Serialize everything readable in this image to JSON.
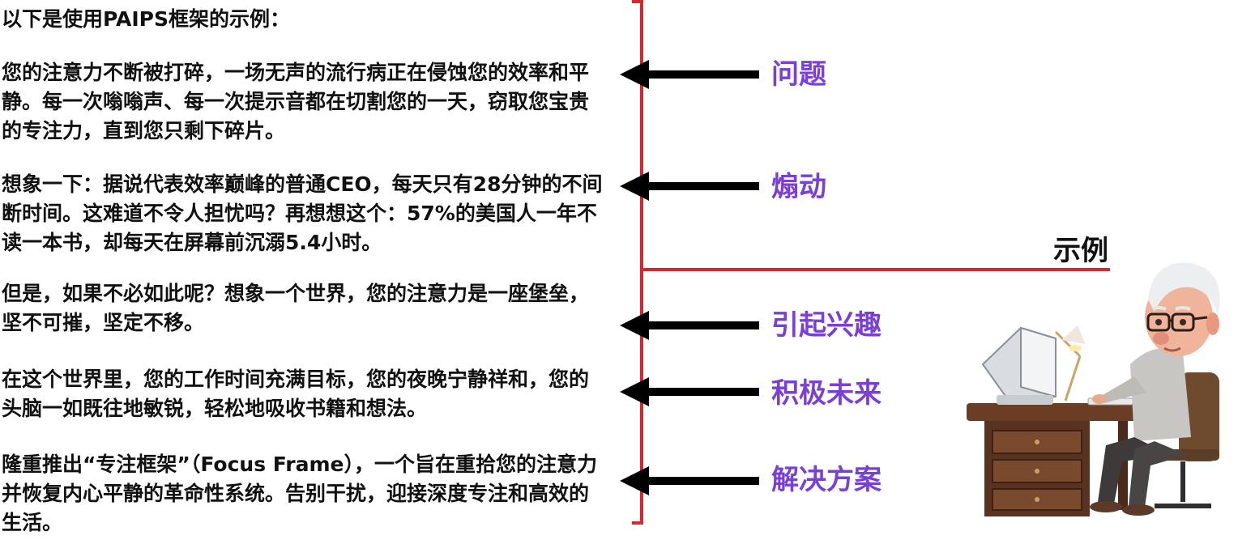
{
  "intro": "以下是使用PAIPS框架的示例：",
  "sections": [
    {
      "lines": [
        "您的注意力不断被打碎，一场无声的流行病正在侵蚀您的效率和平",
        "静。每一次嗡嗡声、每一次提示音都在切割您的一天，窃取您宝贵",
        "的专注力，直到您只剩下碎片。"
      ],
      "label": "问题"
    },
    {
      "lines": [
        "想象一下：据说代表效率巅峰的普通CEO，每天只有28分钟的不间",
        "断时间。这难道不令人担忧吗？再想想这个：57%的美国人一年不",
        "读一本书，却每天在屏幕前沉溺5.4小时。"
      ],
      "label": "煽动"
    },
    {
      "lines": [
        "但是，如果不必如此呢？想象一个世界，您的注意力是一座堡垒，",
        "坚不可摧，坚定不移。"
      ],
      "label": "引起兴趣"
    },
    {
      "lines": [
        "在这个世界里，您的工作时间充满目标，您的夜晚宁静祥和，您的",
        "头脑一如既往地敏锐，轻松地吸收书籍和想法。"
      ],
      "label": "积极未来"
    },
    {
      "lines": [
        "隆重推出“专注框架”（Focus Frame），一个旨在重拾您的注意力",
        "并恢复内心平静的革命性系统。告别干扰，迎接深度专注和高效的",
        "生活。"
      ],
      "label": "解决方案"
    }
  ],
  "example_label": "示例",
  "colors": {
    "bracket": "#d8262c",
    "label": "#7a3fd6",
    "arrow": "#000000"
  }
}
